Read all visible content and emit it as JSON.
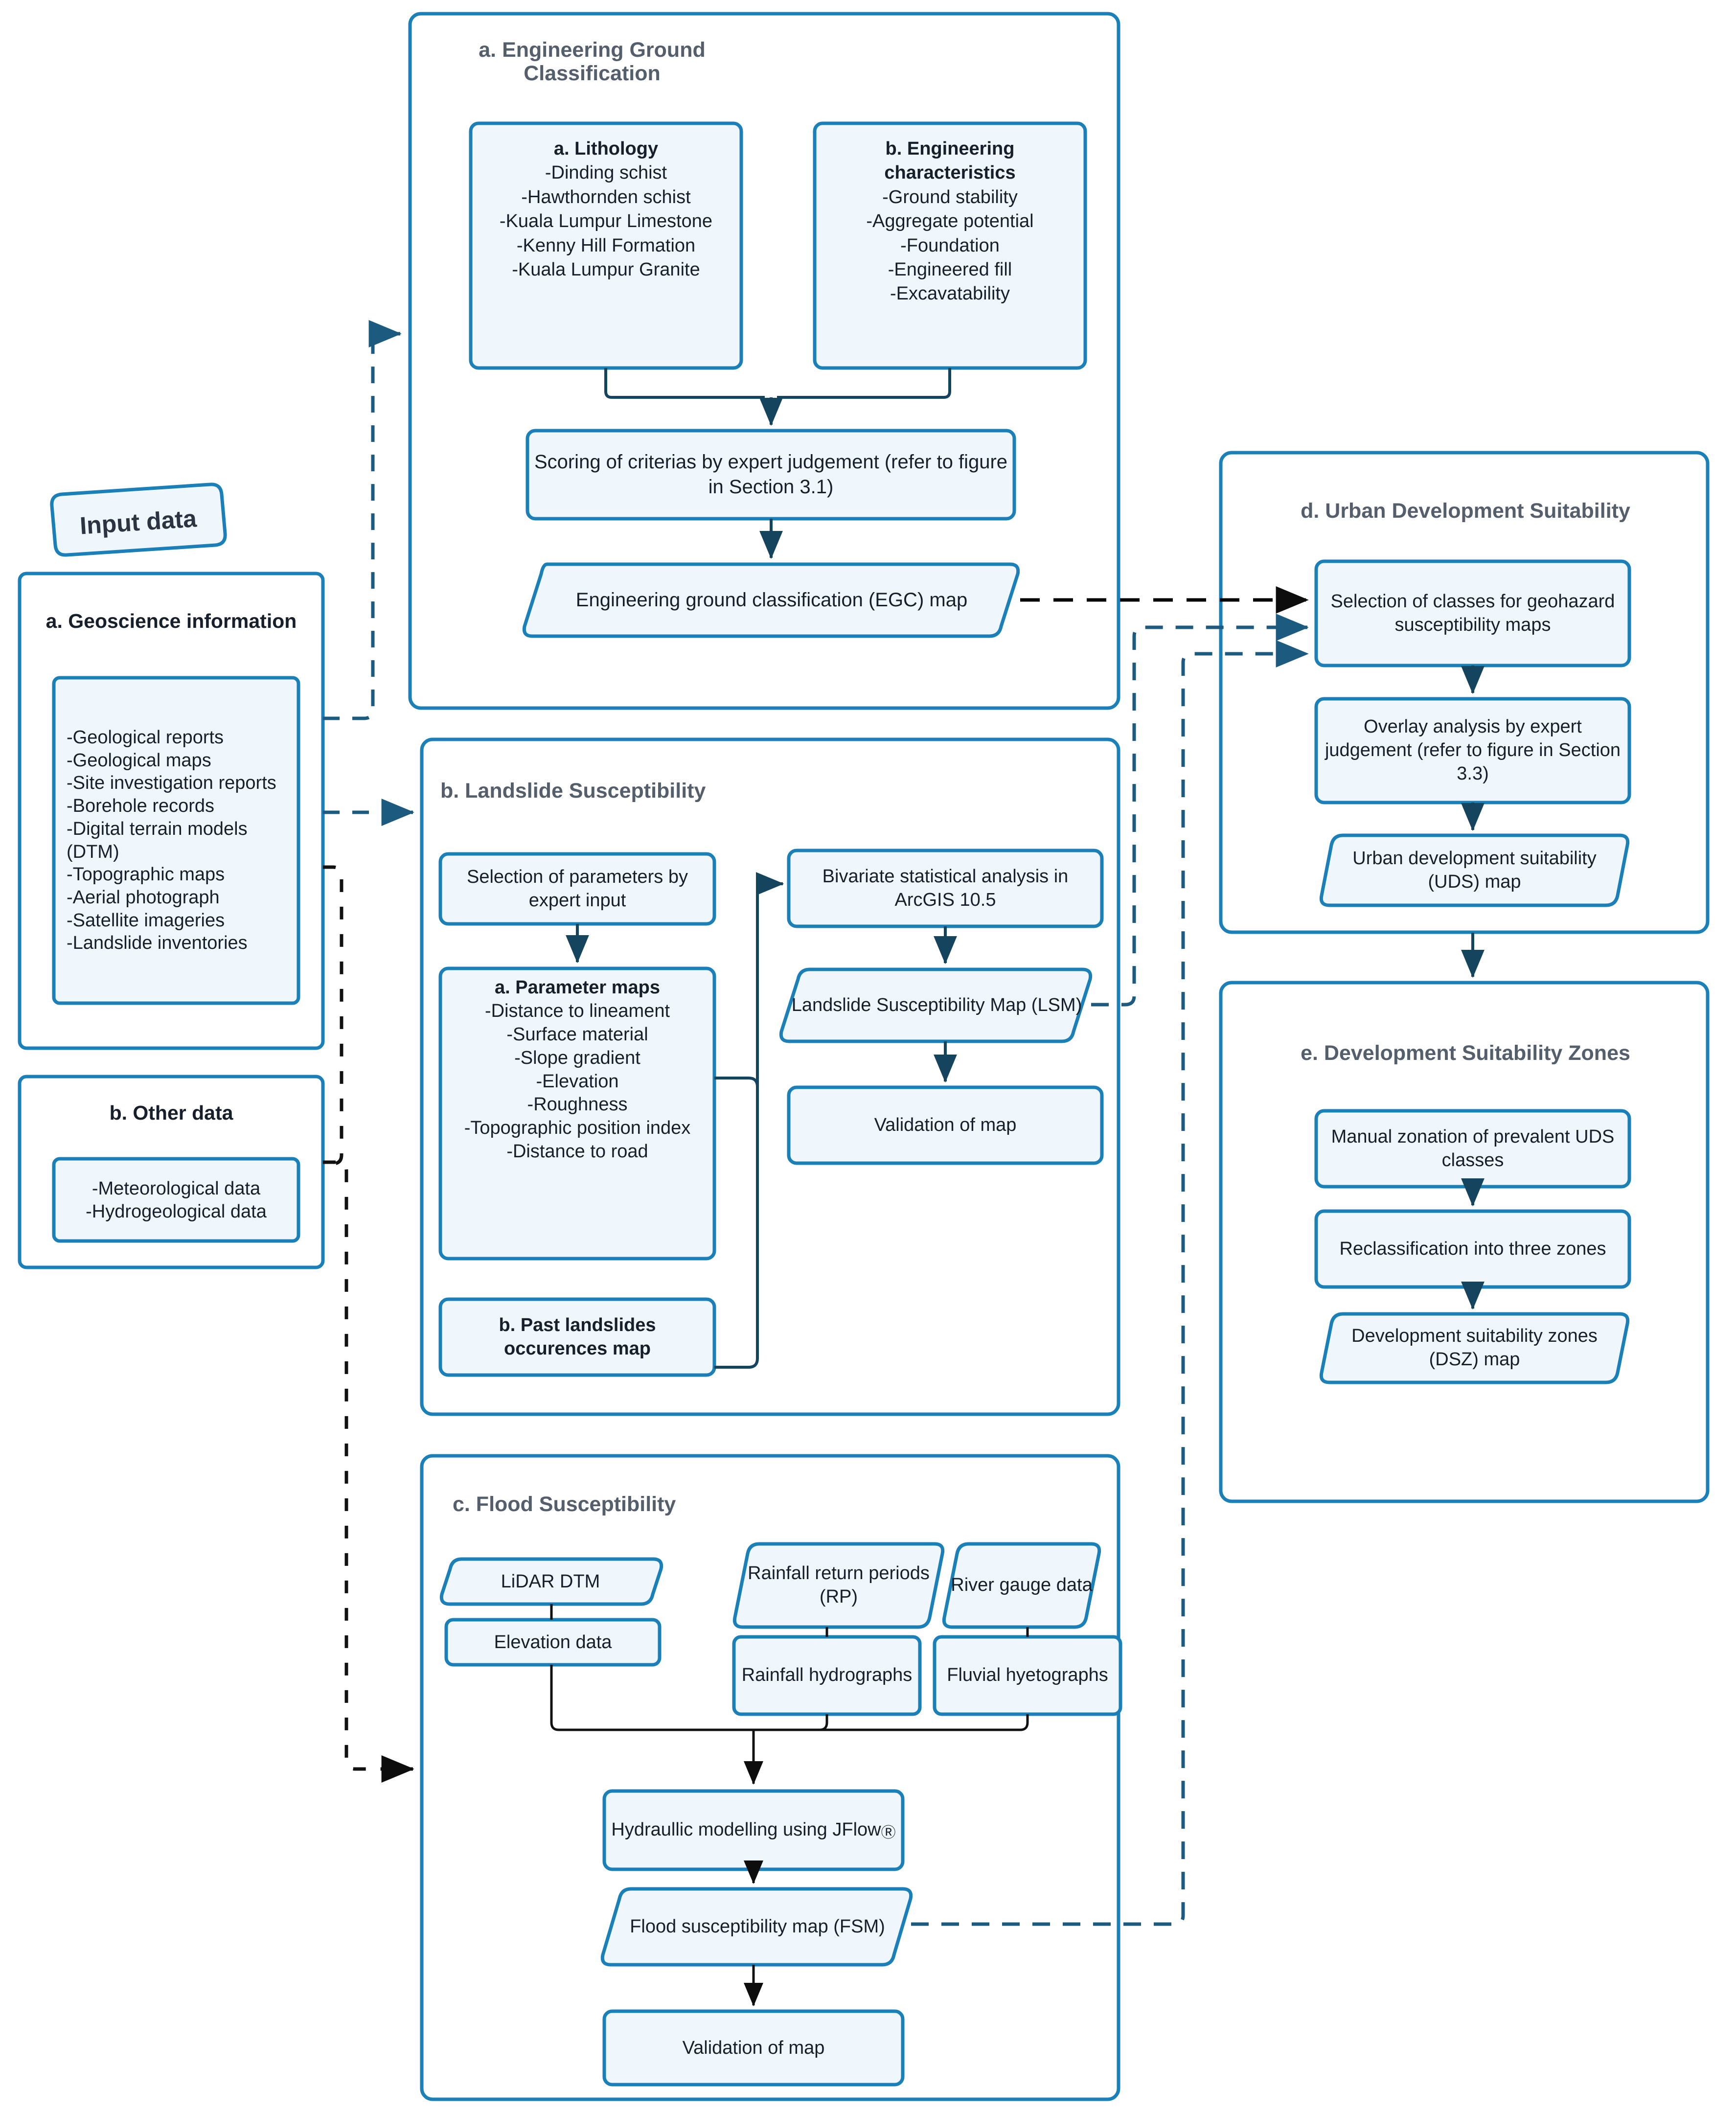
{
  "colors": {
    "border": "#1b7fb8",
    "fill": "#eff7fc",
    "section_title": "#555e6b",
    "text": "#17202a",
    "arrow_dark": "#111111",
    "arrow_blue": "#1c5a80",
    "arrow_black": "#000000"
  },
  "input_panel": {
    "title": "Input data",
    "geoscience": {
      "heading": "a. Geoscience information",
      "items": [
        "-Geological reports",
        "-Geological maps",
        "-Site investigation reports",
        "-Borehole records",
        "-Digital terrain models (DTM)",
        "-Topographic maps",
        "-Aerial photograph",
        "-Satellite imageries",
        "-Landslide inventories"
      ]
    },
    "other": {
      "heading": "b. Other data",
      "items": [
        "-Meteorological data",
        "-Hydrogeological data"
      ]
    }
  },
  "egc": {
    "title": "a. Engineering Ground Classification",
    "lithology": {
      "heading": "a. Lithology",
      "items": [
        "-Dinding schist",
        "-Hawthornden schist",
        "-Kuala Lumpur Limestone",
        "-Kenny Hill Formation",
        "-Kuala Lumpur Granite"
      ]
    },
    "engineering": {
      "heading": "b. Engineering characteristics",
      "items": [
        "-Ground stability",
        "-Aggregate potential",
        "-Foundation",
        "-Engineered fill",
        "-Excavatability"
      ]
    },
    "scoring": "Scoring of criterias by expert judgement (refer to figure in Section 3.1)",
    "egc_map": "Engineering ground classification (EGC) map"
  },
  "landslide": {
    "title": "b. Landslide Susceptibility",
    "selection": "Selection of parameters by expert input",
    "parameter_maps": {
      "heading": "a. Parameter maps",
      "items": [
        "-Distance to lineament",
        "-Surface material",
        "-Slope gradient",
        "-Elevation",
        "-Roughness",
        "-Topographic position index",
        "-Distance to road"
      ]
    },
    "past_landslides": "b. Past landslides occurences map",
    "bivariate": "Bivariate statistical analysis in ArcGIS 10.5",
    "lsm_map": "Landslide Susceptibility Map (LSM)",
    "validation": "Validation of map"
  },
  "flood": {
    "title": "c. Flood Susceptibility",
    "lidar_dtm": "LiDAR DTM",
    "elevation_data": "Elevation data",
    "rainfall_rp": "Rainfall return periods (RP)",
    "river_gauge": "River gauge data",
    "rainfall_hydrographs": "Rainfall hydrographs",
    "fluvial_hyetographs": "Fluvial hyetographs",
    "hydraulic": "Hydraullic modelling using JFlow",
    "hydraulic_mark": "Ⓡ",
    "fsm_map": "Flood susceptibility map (FSM)",
    "validation": "Validation of map"
  },
  "uds": {
    "title": "d. Urban Development Suitability",
    "selection_classes": "Selection of classes for geohazard susceptibility maps",
    "overlay": "Overlay analysis by expert judgement (refer to figure in Section 3.3)",
    "uds_map": "Urban development suitability (UDS) map"
  },
  "dsz": {
    "title": "e. Development Suitability Zones",
    "manual_zonation": "Manual zonation of prevalent UDS classes",
    "reclassification": "Reclassification into three zones",
    "dsz_map": "Development suitability zones (DSZ) map"
  }
}
